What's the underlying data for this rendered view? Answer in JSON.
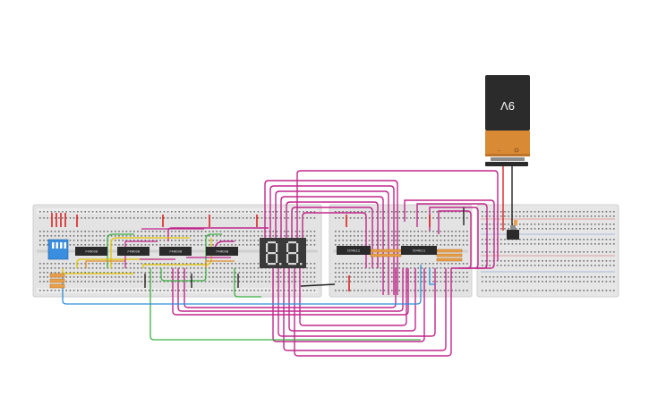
{
  "battery": {
    "label": "9V",
    "body_color": "#2b2b2b",
    "band_color": "#d98a35"
  },
  "breadboards": [
    {
      "id": "breadboard-left"
    },
    {
      "id": "breadboard-middle"
    },
    {
      "id": "breadboard-right"
    }
  ],
  "chips_left": [
    {
      "label": "74HC08"
    },
    {
      "label": "74HC08"
    },
    {
      "label": "74HC08"
    },
    {
      "label": "74HC08"
    }
  ],
  "chips_middle": [
    {
      "label": "CD4511"
    },
    {
      "label": "CD4511"
    }
  ],
  "seven_segment": {
    "digits": [
      "8.",
      "8."
    ]
  },
  "dip_switch": {
    "positions": 4,
    "color": "#3a8ee0"
  },
  "wire_colors": {
    "magenta": "#c2268c",
    "green": "#3cb043",
    "yellow": "#e2c400",
    "blue": "#2f8fd8",
    "orange": "#e08a2a",
    "red": "#d22",
    "black": "#222222"
  }
}
